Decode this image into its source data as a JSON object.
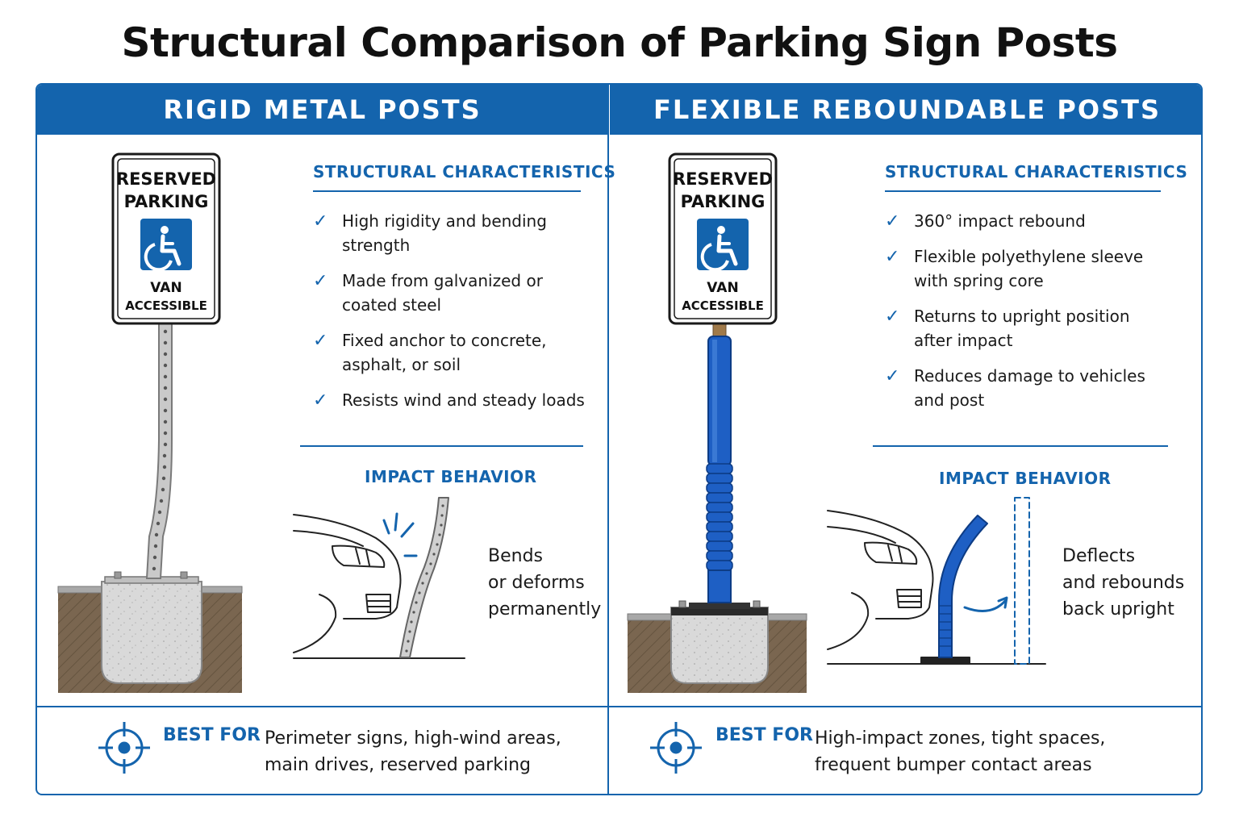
{
  "title": "Structural Comparison of Parking Sign Posts",
  "colors": {
    "accent": "#1464ad",
    "post_blue": "#1e5fc4",
    "soil": "#7a6650",
    "concrete": "#d6d6d6"
  },
  "left": {
    "header": "RIGID METAL POSTS",
    "sign": {
      "line1": "RESERVED",
      "line2": "PARKING",
      "line3": "VAN",
      "line4": "ACCESSIBLE",
      "icon": "wheelchair-icon"
    },
    "characteristics_title": "STRUCTURAL CHARACTERISTICS",
    "characteristics": [
      "High rigidity and bending\nstrength",
      "Made from galvanized or\ncoated steel",
      "Fixed anchor to concrete,\nasphalt, or soil",
      "Resists wind and steady loads"
    ],
    "impact_title": "IMPACT BEHAVIOR",
    "impact_text": "Bends\nor deforms\npermanently",
    "best_for_label": "BEST FOR",
    "best_for_text": "Perimeter signs, high-wind areas,\nmain drives, reserved parking"
  },
  "right": {
    "header": "FLEXIBLE REBOUNDABLE POSTS",
    "sign": {
      "line1": "RESERVED",
      "line2": "PARKING",
      "line3": "VAN",
      "line4": "ACCESSIBLE",
      "icon": "wheelchair-icon"
    },
    "characteristics_title": "STRUCTURAL CHARACTERISTICS",
    "characteristics": [
      "360° impact rebound",
      "Flexible polyethylene sleeve\nwith spring core",
      "Returns to upright position\nafter impact",
      "Reduces damage to vehicles\nand post"
    ],
    "impact_title": "IMPACT BEHAVIOR",
    "impact_text": "Deflects\nand rebounds\nback upright",
    "best_for_label": "BEST FOR",
    "best_for_text": "High-impact zones, tight spaces,\nfrequent bumper contact areas"
  }
}
